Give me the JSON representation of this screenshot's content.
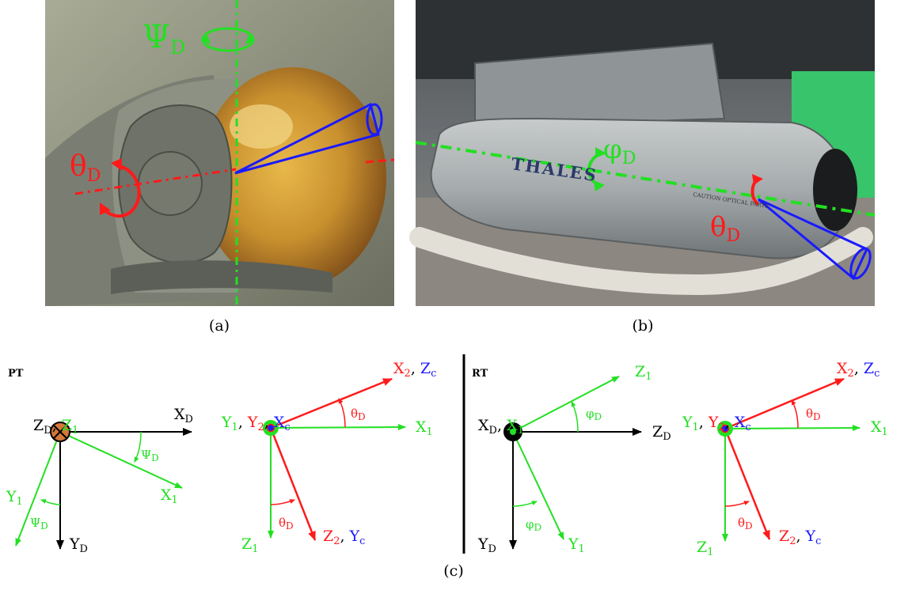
{
  "colors": {
    "green": "#22e022",
    "red": "#ff1a1a",
    "blue": "#1a1aff",
    "black": "#000000",
    "orange": "#d4783a"
  },
  "captions": {
    "a": "(a)",
    "b": "(b)",
    "c": "(c)"
  },
  "photo_a": {
    "psi": {
      "main": "Ψ",
      "sub": "D"
    },
    "theta": {
      "main": "θ",
      "sub": "D"
    }
  },
  "photo_b": {
    "thales": "THALES",
    "caution": "CAUTION OPTICAL PARTS",
    "phi": {
      "main": "φ",
      "sub": "D"
    },
    "theta": {
      "main": "θ",
      "sub": "D"
    }
  },
  "pt": {
    "title": "PT",
    "zd": {
      "main": "Z",
      "sub": "D"
    },
    "z1": {
      "main": "Z",
      "sub": "1"
    },
    "xd": {
      "main": "X",
      "sub": "D"
    },
    "yd": {
      "main": "Y",
      "sub": "D"
    },
    "x1": {
      "main": "X",
      "sub": "1"
    },
    "y1": {
      "main": "Y",
      "sub": "1"
    },
    "psi_a": {
      "main": "Ψ",
      "sub": "D"
    },
    "psi_b": {
      "main": "Ψ",
      "sub": "D"
    }
  },
  "pt2": {
    "y1": {
      "main": "Y",
      "sub": "1"
    },
    "y2": {
      "main": "Y",
      "sub": "2"
    },
    "xc": {
      "main": "X",
      "sub": "c"
    },
    "x2": {
      "main": "X",
      "sub": "2"
    },
    "zc": {
      "main": "Z",
      "sub": "c"
    },
    "x1": {
      "main": "X",
      "sub": "1"
    },
    "z1": {
      "main": "Z",
      "sub": "1"
    },
    "z2": {
      "main": "Z",
      "sub": "2"
    },
    "yc": {
      "main": "Y",
      "sub": "c"
    },
    "theta_a": {
      "main": "θ",
      "sub": "D"
    },
    "theta_b": {
      "main": "θ",
      "sub": "D"
    },
    "comma1": ", ",
    "comma2": ", ",
    "comma3": ", ",
    "comma4": ", "
  },
  "rt": {
    "title": "RT",
    "xd": {
      "main": "X",
      "sub": "D"
    },
    "x1": {
      "main": "X",
      "sub": "1"
    },
    "z1": {
      "main": "Z",
      "sub": "1"
    },
    "zd": {
      "main": "Z",
      "sub": "D"
    },
    "yd": {
      "main": "Y",
      "sub": "D"
    },
    "y1": {
      "main": "Y",
      "sub": "1"
    },
    "phi_a": {
      "main": "φ",
      "sub": "D"
    },
    "phi_b": {
      "main": "φ",
      "sub": "D"
    },
    "comma": ", "
  },
  "rt2": {
    "y1": {
      "main": "Y",
      "sub": "1"
    },
    "y2": {
      "main": "Y",
      "sub": "2"
    },
    "xc": {
      "main": "X",
      "sub": "c"
    },
    "x2": {
      "main": "X",
      "sub": "2"
    },
    "zc": {
      "main": "Z",
      "sub": "c"
    },
    "x1": {
      "main": "X",
      "sub": "1"
    },
    "z1": {
      "main": "Z",
      "sub": "1"
    },
    "z2": {
      "main": "Z",
      "sub": "2"
    },
    "yc": {
      "main": "Y",
      "sub": "c"
    },
    "theta_a": {
      "main": "θ",
      "sub": "D"
    },
    "theta_b": {
      "main": "θ",
      "sub": "D"
    },
    "comma1": ", ",
    "comma2": ", ",
    "comma3": ", ",
    "comma4": ", "
  },
  "pt_comma": ", "
}
